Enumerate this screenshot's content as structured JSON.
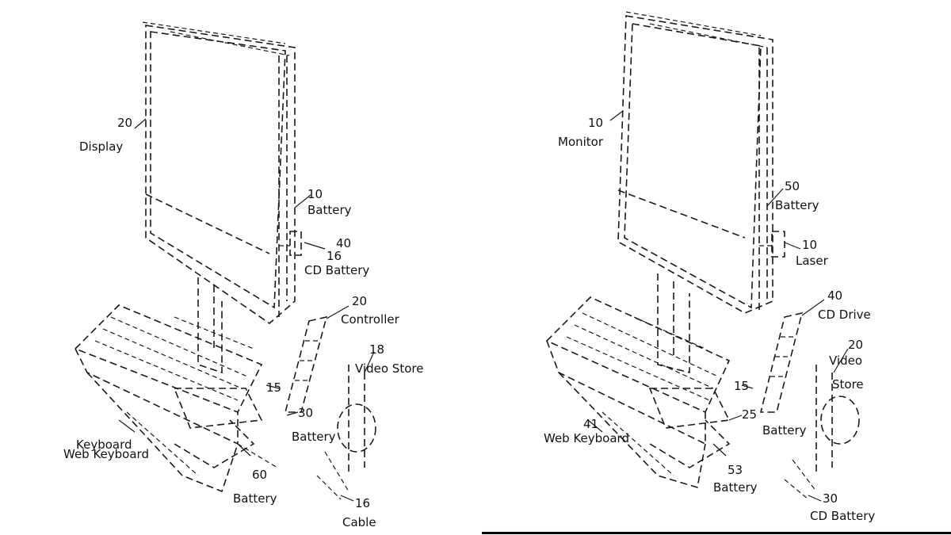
{
  "colors": {
    "background": "#ffffff",
    "ink": "#1a1a1a"
  },
  "left_figure": {
    "labels": {
      "display": "20",
      "display_text": "Display",
      "battery_top_num": "10",
      "battery_top_text": "Battery",
      "cd_num": "40",
      "cd_sub": "16",
      "cd_text": "CD Battery",
      "ctrl_num": "20",
      "ctrl_text": "Controller",
      "video_num": "18",
      "video_text": "Video Store",
      "num_15": "15",
      "num_30": "30",
      "battery_mid": "Battery",
      "keyboard": "Keyboard",
      "keyboard_sub": "Web Keyboard",
      "num_60": "60",
      "bottom_text": "Battery",
      "num_16": "16",
      "cable": "Cable"
    }
  },
  "right_figure": {
    "labels": {
      "display": "10",
      "display_text": "Monitor",
      "battery_top_num": "50",
      "battery_top_text": "Battery",
      "laser_num": "10",
      "laser_text": "Laser",
      "ctrl_num": "40",
      "ctrl_text": "CD Drive",
      "video_num": "20",
      "video_text": "Video",
      "video_sub": "Store",
      "num_15": "15",
      "num_25": "25",
      "battery_mid": "Battery",
      "keyboard_num": "41",
      "keyboard": "Web Keyboard",
      "num_53": "53",
      "bottom_text": "Battery",
      "num_30": "30",
      "cable": "CD Battery"
    }
  }
}
